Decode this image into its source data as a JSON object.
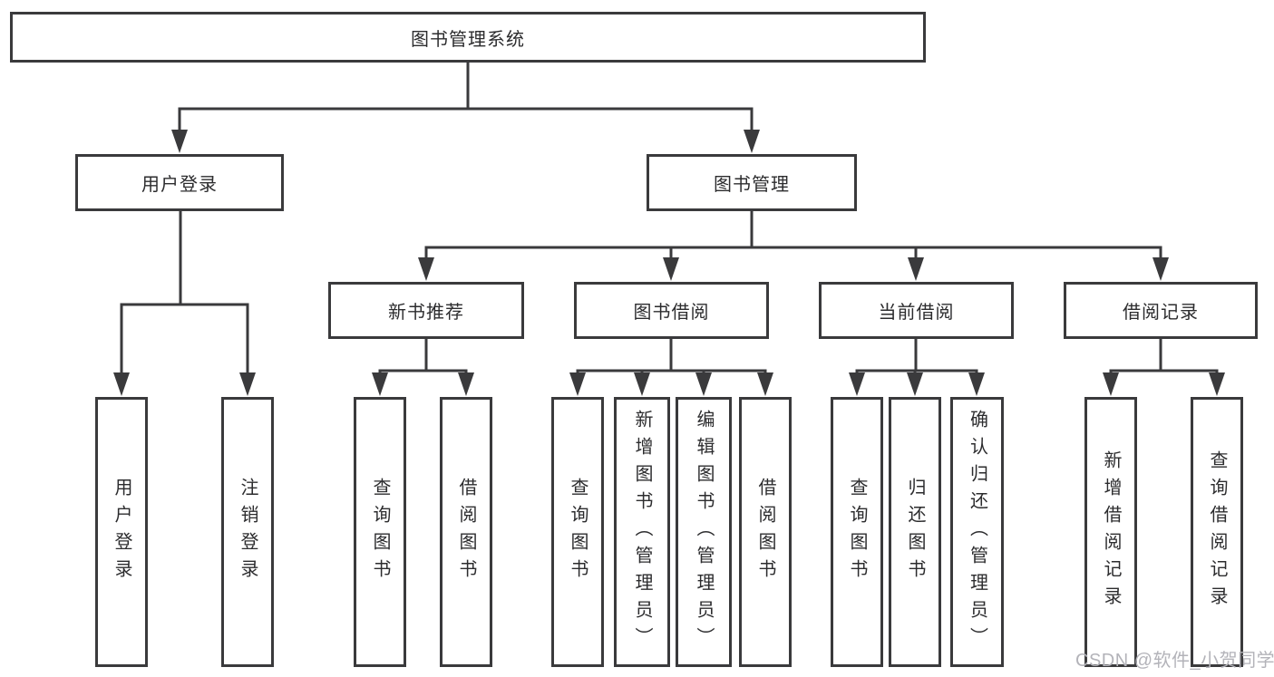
{
  "diagram": {
    "root": "图书管理系统",
    "branches": [
      {
        "label": "用户登录",
        "children": [
          "用户登录",
          "注销登录"
        ]
      },
      {
        "label": "图书管理",
        "groups": [
          {
            "label": "新书推荐",
            "children": [
              "查询图书",
              "借阅图书"
            ]
          },
          {
            "label": "图书借阅",
            "children": [
              "查询图书",
              "新增图书（管理员）",
              "编辑图书（管理员）",
              "借阅图书"
            ]
          },
          {
            "label": "当前借阅",
            "children": [
              "查询图书",
              "归还图书",
              "确认归还（管理员）"
            ]
          },
          {
            "label": "借阅记录",
            "children": [
              "新增借阅记录",
              "查询借阅记录"
            ]
          }
        ]
      }
    ]
  },
  "watermark": {
    "text": "CSDN @软件_小贺同学",
    "color": "#b3b3b9"
  },
  "colors": {
    "line": "#3a3a3c",
    "text": "#2c2c2e",
    "background": "#ffffff"
  }
}
